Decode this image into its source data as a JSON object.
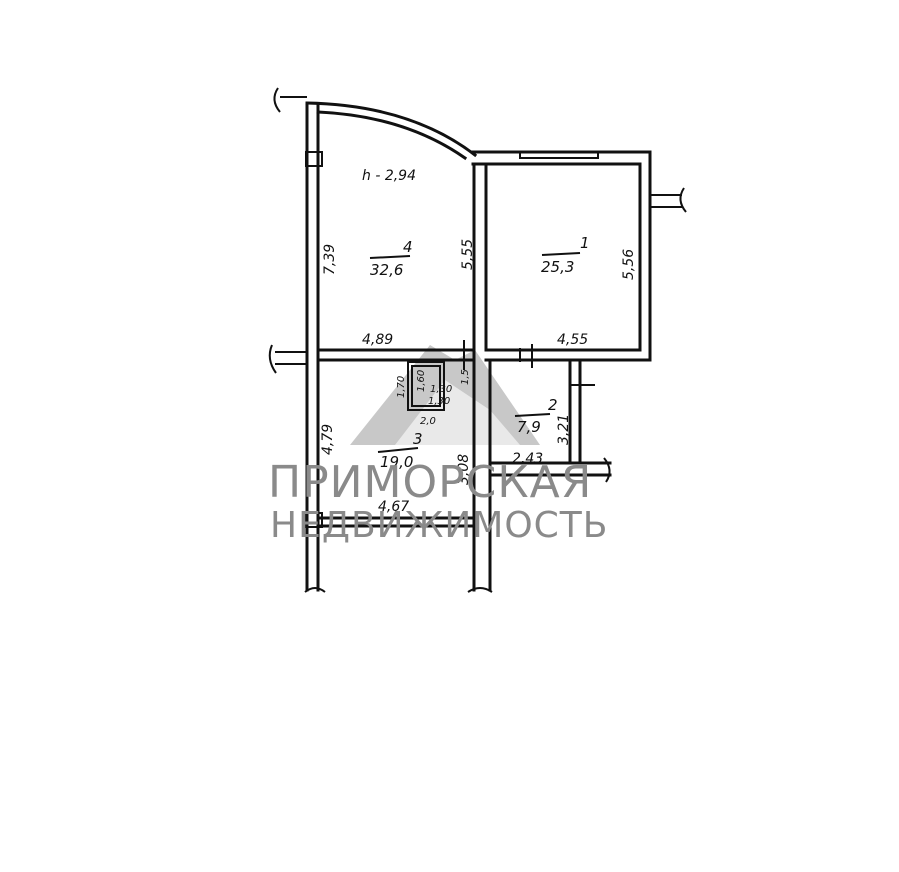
{
  "plan": {
    "ceiling_height": "h - 2,94",
    "rooms": [
      {
        "number": "4",
        "area": "32,6"
      },
      {
        "number": "1",
        "area": "25,3"
      },
      {
        "number": "2",
        "area": "7,9"
      },
      {
        "number": "3",
        "area": "19,0"
      }
    ],
    "dimensions": {
      "room4_height": "7,39",
      "room4_right": "5,55",
      "room4_bottom": "4,89",
      "room1_right": "5,56",
      "room1_bottom": "4,55",
      "room3_left": "4,79",
      "room3_bottom": "4,67",
      "room3_right": "3,08",
      "room2_bottom": "2,43",
      "room2_right": "3,21",
      "closet_a": "1,70",
      "closet_b": "1,60",
      "closet_c": "1,30",
      "closet_d": "1,30",
      "closet_e": "1,5",
      "closet_f": "2,0"
    }
  },
  "watermark": {
    "line1": "ПРИМОРСКАЯ",
    "line2": "НЕДВИЖИМОСТЬ",
    "color": "#8a8a8a"
  }
}
